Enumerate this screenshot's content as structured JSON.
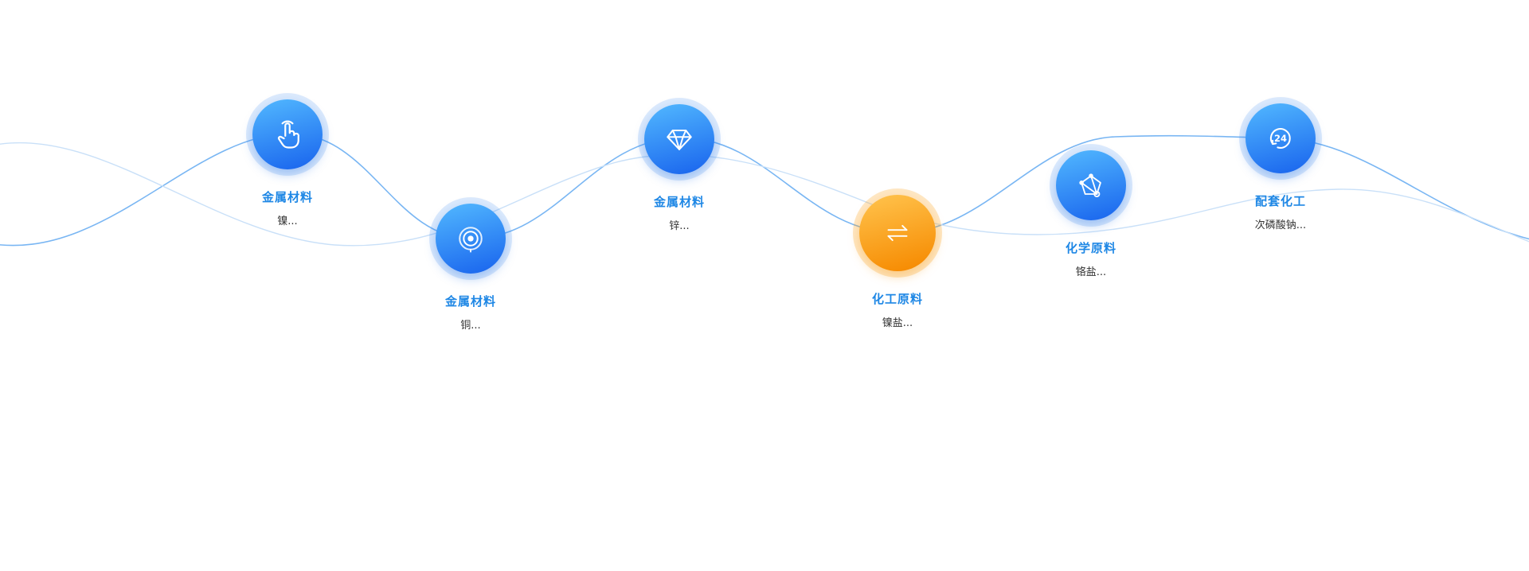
{
  "page": {
    "background": "#ffffff",
    "description_colors": {
      "node_blue_gradient_start": "#4fb4fe",
      "node_blue_gradient_end": "#1b67ee",
      "node_orange_gradient_start": "#ffc14a",
      "node_orange_gradient_end": "#f68a00",
      "halo_blue": "rgba(60,140,240,0.18)",
      "halo_orange": "rgba(250,160,20,0.25)",
      "wave_primary": "#6aaef2",
      "wave_secondary": "#c9e0f8",
      "title_text": "#1e87e5",
      "subtitle_text": "#333333"
    }
  },
  "nodes": [
    {
      "icon": "tap-hand-icon",
      "theme": "blue",
      "title": "金属材料",
      "subtitle": "镍..."
    },
    {
      "icon": "radar-signal-icon",
      "theme": "blue",
      "title": "金属材料",
      "subtitle": "铜..."
    },
    {
      "icon": "diamond-gem-icon",
      "theme": "blue",
      "title": "金属材料",
      "subtitle": "锌..."
    },
    {
      "icon": "exchange-arrows-icon",
      "theme": "orange",
      "title": "化工原料",
      "subtitle": "镍盐..."
    },
    {
      "icon": "molecule-pentagon-icon",
      "theme": "blue",
      "title": "化学原料",
      "subtitle": "铬盐..."
    },
    {
      "icon": "clock-24-icon",
      "theme": "blue",
      "title": "配套化工",
      "subtitle": "次磷酸钠...",
      "icon_text": "24"
    }
  ]
}
